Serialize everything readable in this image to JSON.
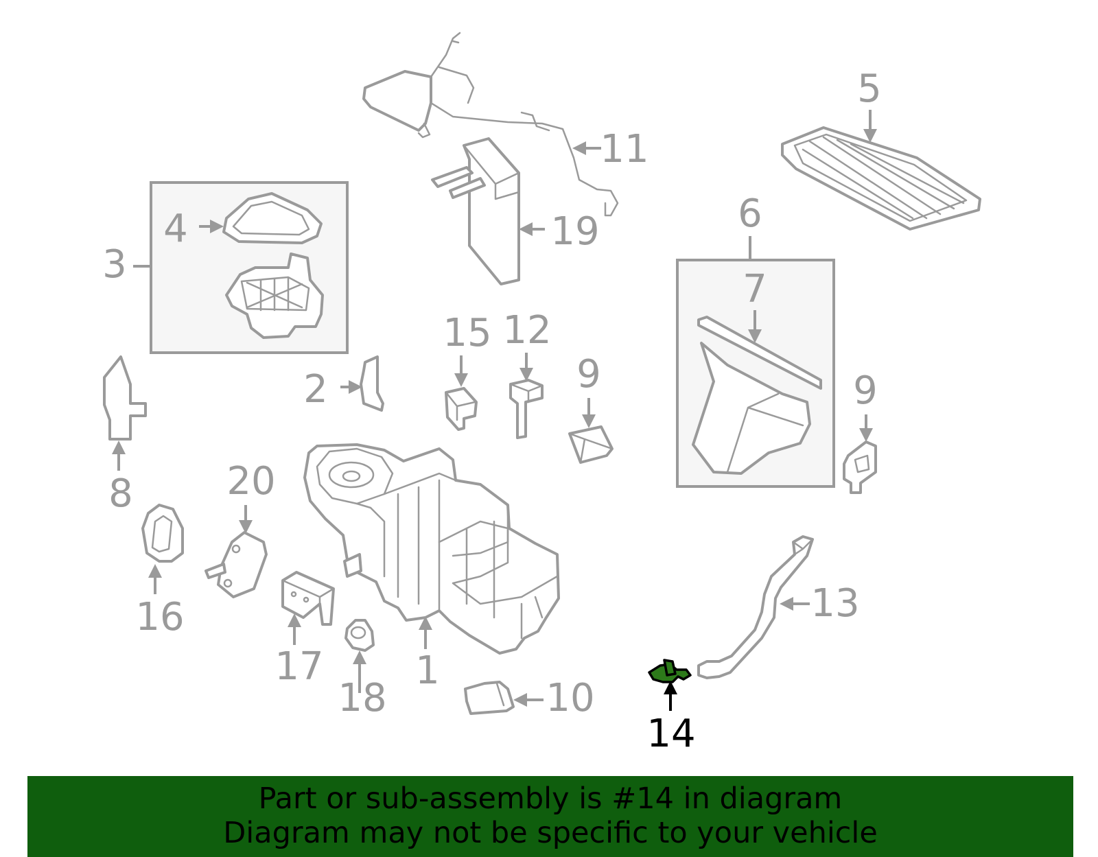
{
  "callouts": {
    "c1": "1",
    "c2": "2",
    "c3": "3",
    "c4": "4",
    "c5": "5",
    "c6": "6",
    "c7": "7",
    "c8": "8",
    "c9a": "9",
    "c9b": "9",
    "c10": "10",
    "c11": "11",
    "c12": "12",
    "c13": "13",
    "c14": "14",
    "c15": "15",
    "c16": "16",
    "c17": "17",
    "c18": "18",
    "c19": "19",
    "c20": "20"
  },
  "highlight": {
    "part": "14",
    "color": "#2d7a1a"
  },
  "banner": {
    "line1": "Part or sub-assembly is #14 in diagram",
    "line2": "Diagram may not be specific to your vehicle",
    "background": "#0f5e0d"
  }
}
